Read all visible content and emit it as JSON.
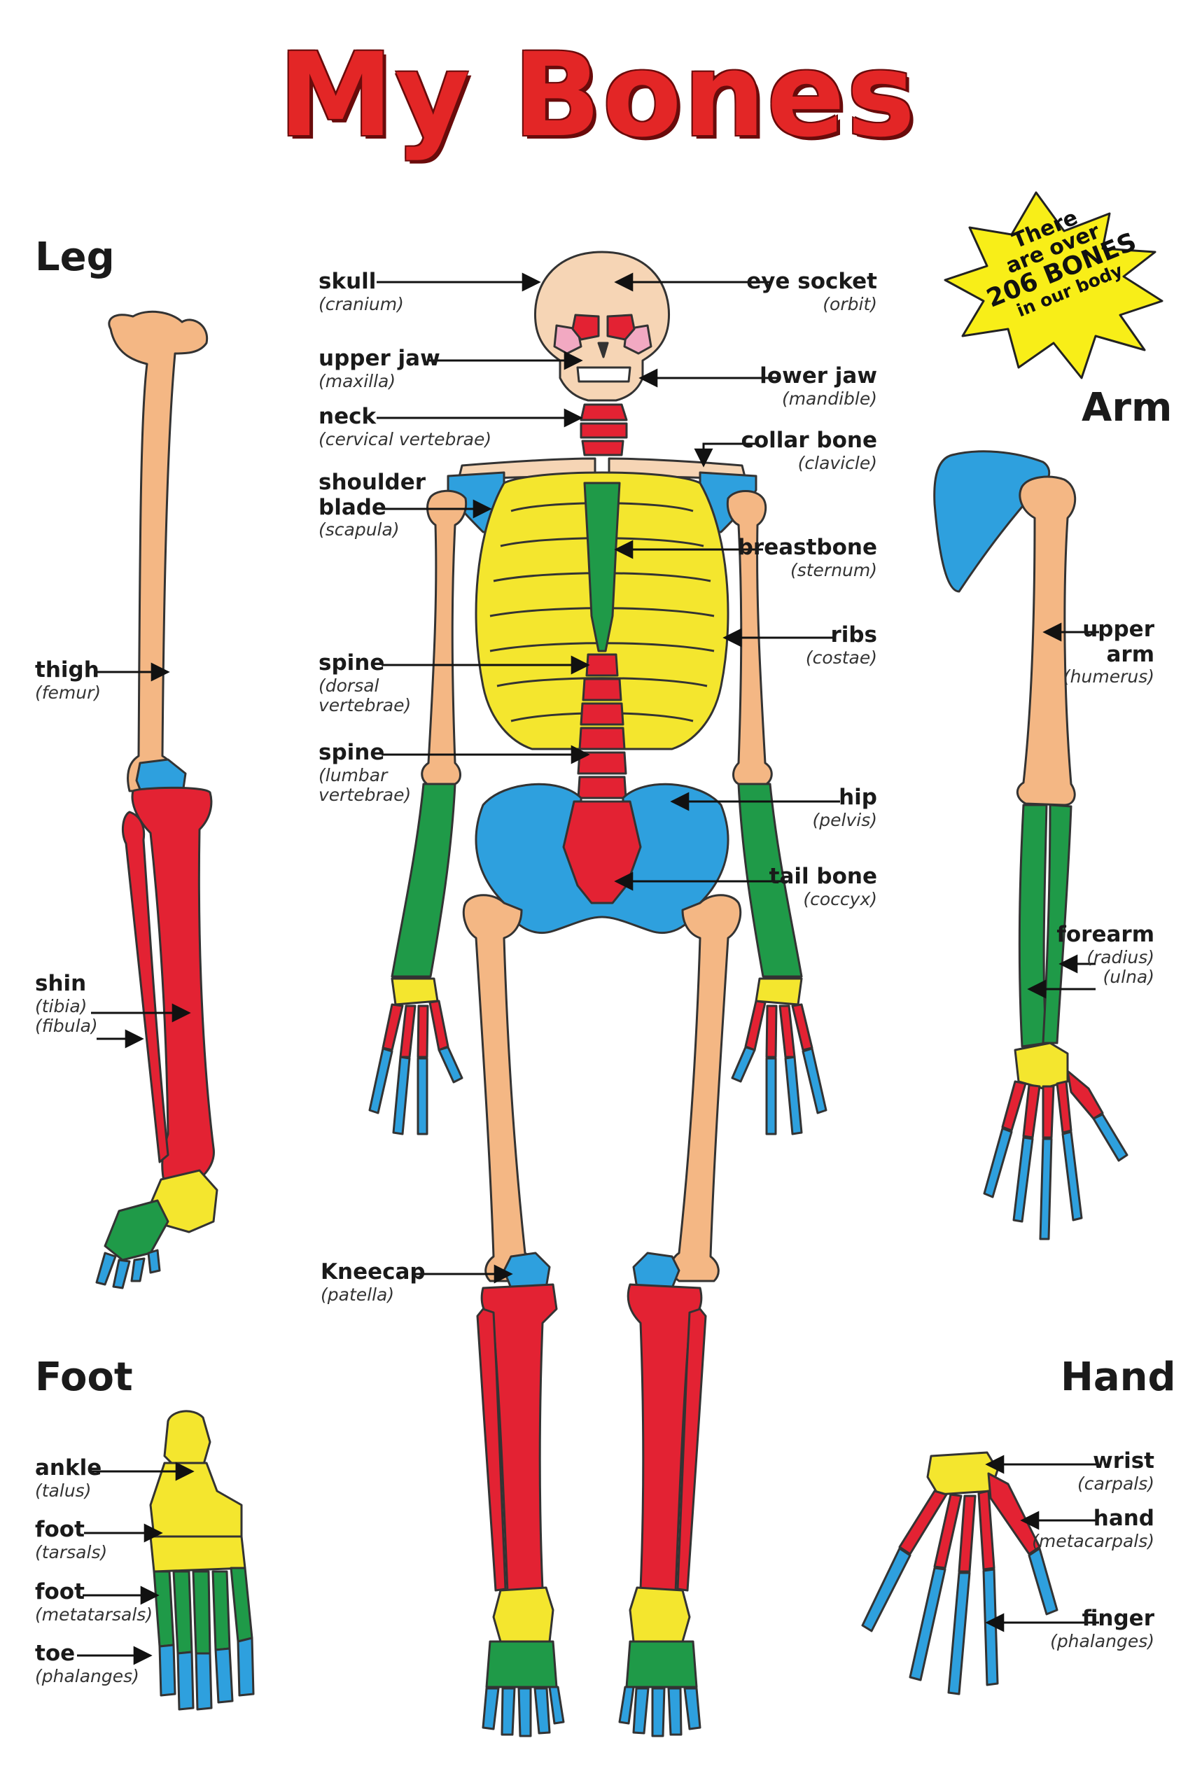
{
  "title": "My Bones",
  "badge": {
    "line1": "There",
    "line2": "are over",
    "line3": "206 BONES",
    "line4": "in our body"
  },
  "sections": {
    "leg": "Leg",
    "arm": "Arm",
    "foot": "Foot",
    "hand": "Hand"
  },
  "skeleton_labels": {
    "skull": {
      "name": "skull",
      "sci": "(cranium)"
    },
    "upper_jaw": {
      "name": "upper jaw",
      "sci": "(maxilla)"
    },
    "neck": {
      "name": "neck",
      "sci": "(cervical vertebrae)"
    },
    "shoulder_blade": {
      "name1": "shoulder",
      "name2": "blade",
      "sci": "(scapula)"
    },
    "spine_dorsal": {
      "name": "spine",
      "sci1": "(dorsal",
      "sci2": "vertebrae)"
    },
    "spine_lumbar": {
      "name": "spine",
      "sci1": "(lumbar",
      "sci2": "vertebrae)"
    },
    "kneecap": {
      "name": "Kneecap",
      "sci": "(patella)"
    },
    "eye_socket": {
      "name": "eye socket",
      "sci": "(orbit)"
    },
    "lower_jaw": {
      "name": "lower jaw",
      "sci": "(mandible)"
    },
    "collar_bone": {
      "name": "collar bone",
      "sci": "(clavicle)"
    },
    "breastbone": {
      "name": "breastbone",
      "sci": "(sternum)"
    },
    "ribs": {
      "name": "ribs",
      "sci": "(costae)"
    },
    "hip": {
      "name": "hip",
      "sci": "(pelvis)"
    },
    "tail_bone": {
      "name": "tail bone",
      "sci": "(coccyx)"
    }
  },
  "leg_labels": {
    "thigh": {
      "name": "thigh",
      "sci": "(femur)"
    },
    "shin": {
      "name": "shin",
      "sci1": "(tibia)",
      "sci2": "(fibula)"
    }
  },
  "arm_labels": {
    "upper_arm": {
      "name1": "upper",
      "name2": "arm",
      "sci": "(humerus)"
    },
    "forearm": {
      "name": "forearm",
      "sci1": "(radius)",
      "sci2": "(ulna)"
    }
  },
  "foot_labels": {
    "ankle": {
      "name": "ankle",
      "sci": "(talus)"
    },
    "foot_tarsals": {
      "name": "foot",
      "sci": "(tarsals)"
    },
    "foot_metatarsals": {
      "name": "foot",
      "sci": "(metatarsals)"
    },
    "toe": {
      "name": "toe",
      "sci": "(phalanges)"
    }
  },
  "hand_labels": {
    "wrist": {
      "name": "wrist",
      "sci": "(carpals)"
    },
    "hand": {
      "name": "hand",
      "sci": "(metacarpals)"
    },
    "finger": {
      "name": "finger",
      "sci": "(phalanges)"
    }
  },
  "colors": {
    "title": "#e32626",
    "bone_tan": "#f4b784",
    "red": "#e32233",
    "blue": "#2ea0de",
    "green": "#1f9a48",
    "yellow": "#f4e62e",
    "skin": "#f6d5b5"
  }
}
